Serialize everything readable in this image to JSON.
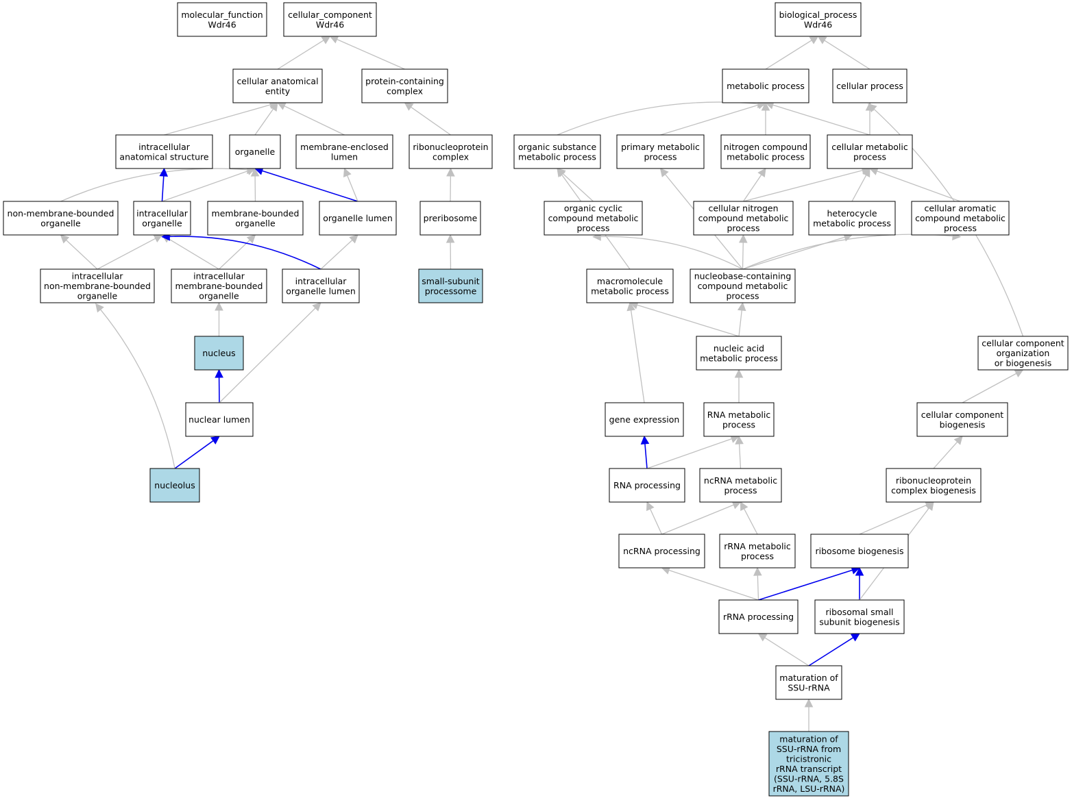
{
  "colors": {
    "node_fill": "#ffffff",
    "highlight_fill": "#add8e6",
    "edge_is_a": "#c0c0c0",
    "edge_part_of": "#0000ee"
  },
  "nodes": [
    {
      "id": "mf",
      "lines": [
        "molecular_function",
        "Wdr46"
      ]
    },
    {
      "id": "cc",
      "lines": [
        "cellular_component",
        "Wdr46"
      ]
    },
    {
      "id": "bp",
      "lines": [
        "biological_process",
        "Wdr46"
      ]
    },
    {
      "id": "cae",
      "lines": [
        "cellular anatomical",
        "entity"
      ]
    },
    {
      "id": "pcc",
      "lines": [
        "protein-containing",
        "complex"
      ]
    },
    {
      "id": "ias",
      "lines": [
        "intracellular",
        "anatomical structure"
      ]
    },
    {
      "id": "org",
      "lines": [
        "organelle"
      ]
    },
    {
      "id": "mel",
      "lines": [
        "membrane-enclosed",
        "lumen"
      ]
    },
    {
      "id": "rnpc",
      "lines": [
        "ribonucleoprotein",
        "complex"
      ]
    },
    {
      "id": "nmbo",
      "lines": [
        "non-membrane-bounded",
        "organelle"
      ]
    },
    {
      "id": "io",
      "lines": [
        "intracellular",
        "organelle"
      ]
    },
    {
      "id": "mbo",
      "lines": [
        "membrane-bounded",
        "organelle"
      ]
    },
    {
      "id": "ol",
      "lines": [
        "organelle lumen"
      ]
    },
    {
      "id": "preribo",
      "lines": [
        "preribosome"
      ]
    },
    {
      "id": "inmbo",
      "lines": [
        "intracellular",
        "non-membrane-bounded",
        "organelle"
      ]
    },
    {
      "id": "imbo",
      "lines": [
        "intracellular",
        "membrane-bounded",
        "organelle"
      ]
    },
    {
      "id": "iol",
      "lines": [
        "intracellular",
        "organelle lumen"
      ]
    },
    {
      "id": "ssp",
      "lines": [
        "small-subunit",
        "processome"
      ],
      "highlight": true
    },
    {
      "id": "nucleus",
      "lines": [
        "nucleus"
      ],
      "highlight": true
    },
    {
      "id": "nl",
      "lines": [
        "nuclear lumen"
      ]
    },
    {
      "id": "nucleolus",
      "lines": [
        "nucleolus"
      ],
      "highlight": true
    },
    {
      "id": "mp",
      "lines": [
        "metabolic process"
      ]
    },
    {
      "id": "cp",
      "lines": [
        "cellular process"
      ]
    },
    {
      "id": "osmp",
      "lines": [
        "organic substance",
        "metabolic process"
      ]
    },
    {
      "id": "pmp",
      "lines": [
        "primary metabolic",
        "process"
      ]
    },
    {
      "id": "ncmp",
      "lines": [
        "nitrogen compound",
        "metabolic process"
      ]
    },
    {
      "id": "cmp",
      "lines": [
        "cellular metabolic",
        "process"
      ]
    },
    {
      "id": "occmp",
      "lines": [
        "organic cyclic",
        "compound metabolic",
        "process"
      ]
    },
    {
      "id": "cncmp",
      "lines": [
        "cellular nitrogen",
        "compound metabolic",
        "process"
      ]
    },
    {
      "id": "hmp",
      "lines": [
        "heterocycle",
        "metabolic process"
      ]
    },
    {
      "id": "cacmp",
      "lines": [
        "cellular aromatic",
        "compound metabolic",
        "process"
      ]
    },
    {
      "id": "mmp",
      "lines": [
        "macromolecule",
        "metabolic process"
      ]
    },
    {
      "id": "nbcmp",
      "lines": [
        "nucleobase-containing",
        "compound metabolic",
        "process"
      ]
    },
    {
      "id": "namp",
      "lines": [
        "nucleic acid",
        "metabolic process"
      ]
    },
    {
      "id": "ccob",
      "lines": [
        "cellular component",
        "organization",
        "or biogenesis"
      ]
    },
    {
      "id": "ge",
      "lines": [
        "gene expression"
      ]
    },
    {
      "id": "rnamp",
      "lines": [
        "RNA metabolic",
        "process"
      ]
    },
    {
      "id": "ccb",
      "lines": [
        "cellular component",
        "biogenesis"
      ]
    },
    {
      "id": "rnap",
      "lines": [
        "RNA processing"
      ]
    },
    {
      "id": "ncrnamp",
      "lines": [
        "ncRNA metabolic",
        "process"
      ]
    },
    {
      "id": "rnpcb",
      "lines": [
        "ribonucleoprotein",
        "complex biogenesis"
      ]
    },
    {
      "id": "ncrnap",
      "lines": [
        "ncRNA processing"
      ]
    },
    {
      "id": "rrnamp",
      "lines": [
        "rRNA metabolic",
        "process"
      ]
    },
    {
      "id": "rb",
      "lines": [
        "ribosome biogenesis"
      ]
    },
    {
      "id": "rrnap",
      "lines": [
        "rRNA processing"
      ]
    },
    {
      "id": "rssb",
      "lines": [
        "ribosomal small",
        "subunit biogenesis"
      ]
    },
    {
      "id": "mssu",
      "lines": [
        "maturation of",
        "SSU-rRNA"
      ]
    },
    {
      "id": "mssut",
      "lines": [
        "maturation of",
        "SSU-rRNA from",
        "tricistronic",
        "rRNA transcript",
        "(SSU-rRNA, 5.8S",
        "rRNA, LSU-rRNA)"
      ],
      "highlight": true
    }
  ],
  "edges": [
    {
      "from": "cae",
      "to": "cc",
      "type": "is_a"
    },
    {
      "from": "pcc",
      "to": "cc",
      "type": "is_a"
    },
    {
      "from": "ias",
      "to": "cae",
      "type": "is_a"
    },
    {
      "from": "org",
      "to": "cae",
      "type": "is_a"
    },
    {
      "from": "mel",
      "to": "cae",
      "type": "is_a"
    },
    {
      "from": "rnpc",
      "to": "pcc",
      "type": "is_a"
    },
    {
      "from": "nmbo",
      "to": "org",
      "type": "is_a"
    },
    {
      "from": "io",
      "to": "org",
      "type": "is_a"
    },
    {
      "from": "io",
      "to": "ias",
      "type": "part_of"
    },
    {
      "from": "mbo",
      "to": "org",
      "type": "is_a"
    },
    {
      "from": "ol",
      "to": "org",
      "type": "part_of"
    },
    {
      "from": "ol",
      "to": "mel",
      "type": "is_a"
    },
    {
      "from": "preribo",
      "to": "rnpc",
      "type": "is_a"
    },
    {
      "from": "inmbo",
      "to": "nmbo",
      "type": "is_a"
    },
    {
      "from": "inmbo",
      "to": "io",
      "type": "is_a"
    },
    {
      "from": "imbo",
      "to": "io",
      "type": "is_a"
    },
    {
      "from": "imbo",
      "to": "mbo",
      "type": "is_a"
    },
    {
      "from": "iol",
      "to": "io",
      "type": "part_of"
    },
    {
      "from": "iol",
      "to": "ol",
      "type": "is_a"
    },
    {
      "from": "ssp",
      "to": "preribo",
      "type": "is_a"
    },
    {
      "from": "nucleus",
      "to": "imbo",
      "type": "is_a"
    },
    {
      "from": "nl",
      "to": "nucleus",
      "type": "part_of"
    },
    {
      "from": "nl",
      "to": "iol",
      "type": "is_a"
    },
    {
      "from": "nucleolus",
      "to": "nl",
      "type": "part_of"
    },
    {
      "from": "nucleolus",
      "to": "inmbo",
      "type": "is_a"
    },
    {
      "from": "mp",
      "to": "bp",
      "type": "is_a"
    },
    {
      "from": "cp",
      "to": "bp",
      "type": "is_a"
    },
    {
      "from": "osmp",
      "to": "mp",
      "type": "is_a"
    },
    {
      "from": "pmp",
      "to": "mp",
      "type": "is_a"
    },
    {
      "from": "ncmp",
      "to": "mp",
      "type": "is_a"
    },
    {
      "from": "cmp",
      "to": "mp",
      "type": "is_a"
    },
    {
      "from": "cmp",
      "to": "cp",
      "type": "is_a"
    },
    {
      "from": "occmp",
      "to": "osmp",
      "type": "is_a"
    },
    {
      "from": "cncmp",
      "to": "ncmp",
      "type": "is_a"
    },
    {
      "from": "cncmp",
      "to": "cmp",
      "type": "is_a"
    },
    {
      "from": "hmp",
      "to": "cmp",
      "type": "is_a"
    },
    {
      "from": "cacmp",
      "to": "cmp",
      "type": "is_a"
    },
    {
      "from": "mmp",
      "to": "osmp",
      "type": "is_a"
    },
    {
      "from": "nbcmp",
      "to": "occmp",
      "type": "is_a"
    },
    {
      "from": "nbcmp",
      "to": "pmp",
      "type": "is_a"
    },
    {
      "from": "nbcmp",
      "to": "cncmp",
      "type": "is_a"
    },
    {
      "from": "nbcmp",
      "to": "hmp",
      "type": "is_a"
    },
    {
      "from": "nbcmp",
      "to": "cacmp",
      "type": "is_a"
    },
    {
      "from": "namp",
      "to": "mmp",
      "type": "is_a"
    },
    {
      "from": "namp",
      "to": "nbcmp",
      "type": "is_a"
    },
    {
      "from": "ccob",
      "to": "cp",
      "type": "is_a"
    },
    {
      "from": "ge",
      "to": "mmp",
      "type": "is_a"
    },
    {
      "from": "rnamp",
      "to": "namp",
      "type": "is_a"
    },
    {
      "from": "ccb",
      "to": "ccob",
      "type": "is_a"
    },
    {
      "from": "rnap",
      "to": "ge",
      "type": "part_of"
    },
    {
      "from": "rnap",
      "to": "rnamp",
      "type": "is_a"
    },
    {
      "from": "ncrnamp",
      "to": "rnamp",
      "type": "is_a"
    },
    {
      "from": "rnpcb",
      "to": "ccb",
      "type": "is_a"
    },
    {
      "from": "ncrnap",
      "to": "rnap",
      "type": "is_a"
    },
    {
      "from": "ncrnap",
      "to": "ncrnamp",
      "type": "is_a"
    },
    {
      "from": "rrnamp",
      "to": "ncrnamp",
      "type": "is_a"
    },
    {
      "from": "rb",
      "to": "rnpcb",
      "type": "is_a"
    },
    {
      "from": "rrnap",
      "to": "ncrnap",
      "type": "is_a"
    },
    {
      "from": "rrnap",
      "to": "rrnamp",
      "type": "is_a"
    },
    {
      "from": "rrnap",
      "to": "rb",
      "type": "part_of"
    },
    {
      "from": "rssb",
      "to": "rb",
      "type": "part_of"
    },
    {
      "from": "rssb",
      "to": "rnpcb",
      "type": "is_a"
    },
    {
      "from": "mssu",
      "to": "rrnap",
      "type": "is_a"
    },
    {
      "from": "mssu",
      "to": "rssb",
      "type": "part_of"
    },
    {
      "from": "mssut",
      "to": "mssu",
      "type": "is_a"
    }
  ]
}
